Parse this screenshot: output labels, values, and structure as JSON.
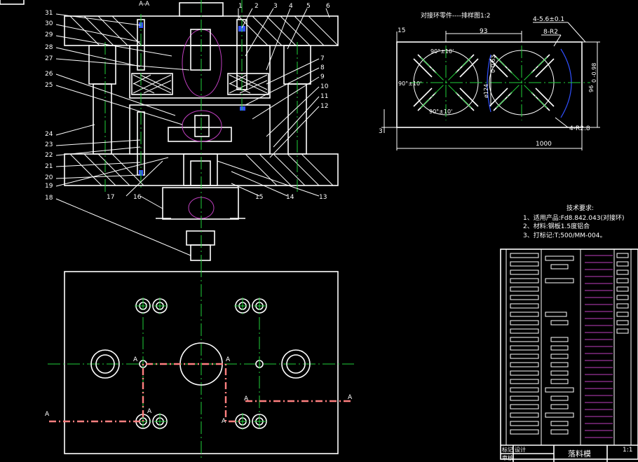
{
  "colors": {
    "background": "#000000",
    "outline": "#ffffff",
    "center_line": "#21d13a",
    "hatch": "#c040c0",
    "section_line": "#ff8080",
    "dimension_blue": "#3050ff"
  },
  "section": {
    "view_label": "A-A",
    "cut_marker": "A"
  },
  "part_numbers_left": [
    "31",
    "30",
    "29",
    "28",
    "27",
    "26",
    "25",
    "24",
    "23",
    "22",
    "21",
    "20",
    "19",
    "18"
  ],
  "part_numbers_top": [
    "1",
    "2",
    "3",
    "4",
    "5",
    "6"
  ],
  "part_numbers_right": [
    "7",
    "8",
    "9",
    "10",
    "11",
    "12",
    "13"
  ],
  "part_numbers_bottom": [
    "17",
    "16",
    "15",
    "14"
  ],
  "layout_view": {
    "title": "对接环零件----排样图1:2",
    "dims": {
      "d15": "15",
      "d93": "93",
      "tol": "4-5.6±0.1",
      "r2": "8-R2",
      "angle_top": "90°±10'",
      "angle_left": "90°±10'",
      "angle_bottom": "90°±10'",
      "dia": "ø124",
      "dia_tol": "0 0.63",
      "d96": "96",
      "d96_tol": "0 -0.98",
      "r28": "4-R2.8",
      "d3": "3",
      "d1000": "1000"
    }
  },
  "tech_requirements": {
    "heading": "技术要求:",
    "items": [
      "1、适用产品:Fd8.842.043(对接环)",
      "2、材料:钢板1.5度铝合",
      "3、打标记:T;500/MM-004。"
    ]
  },
  "title_block": {
    "name": "落料模",
    "scale": "1:1",
    "labels": [
      "标记",
      "设计",
      "审核"
    ]
  }
}
